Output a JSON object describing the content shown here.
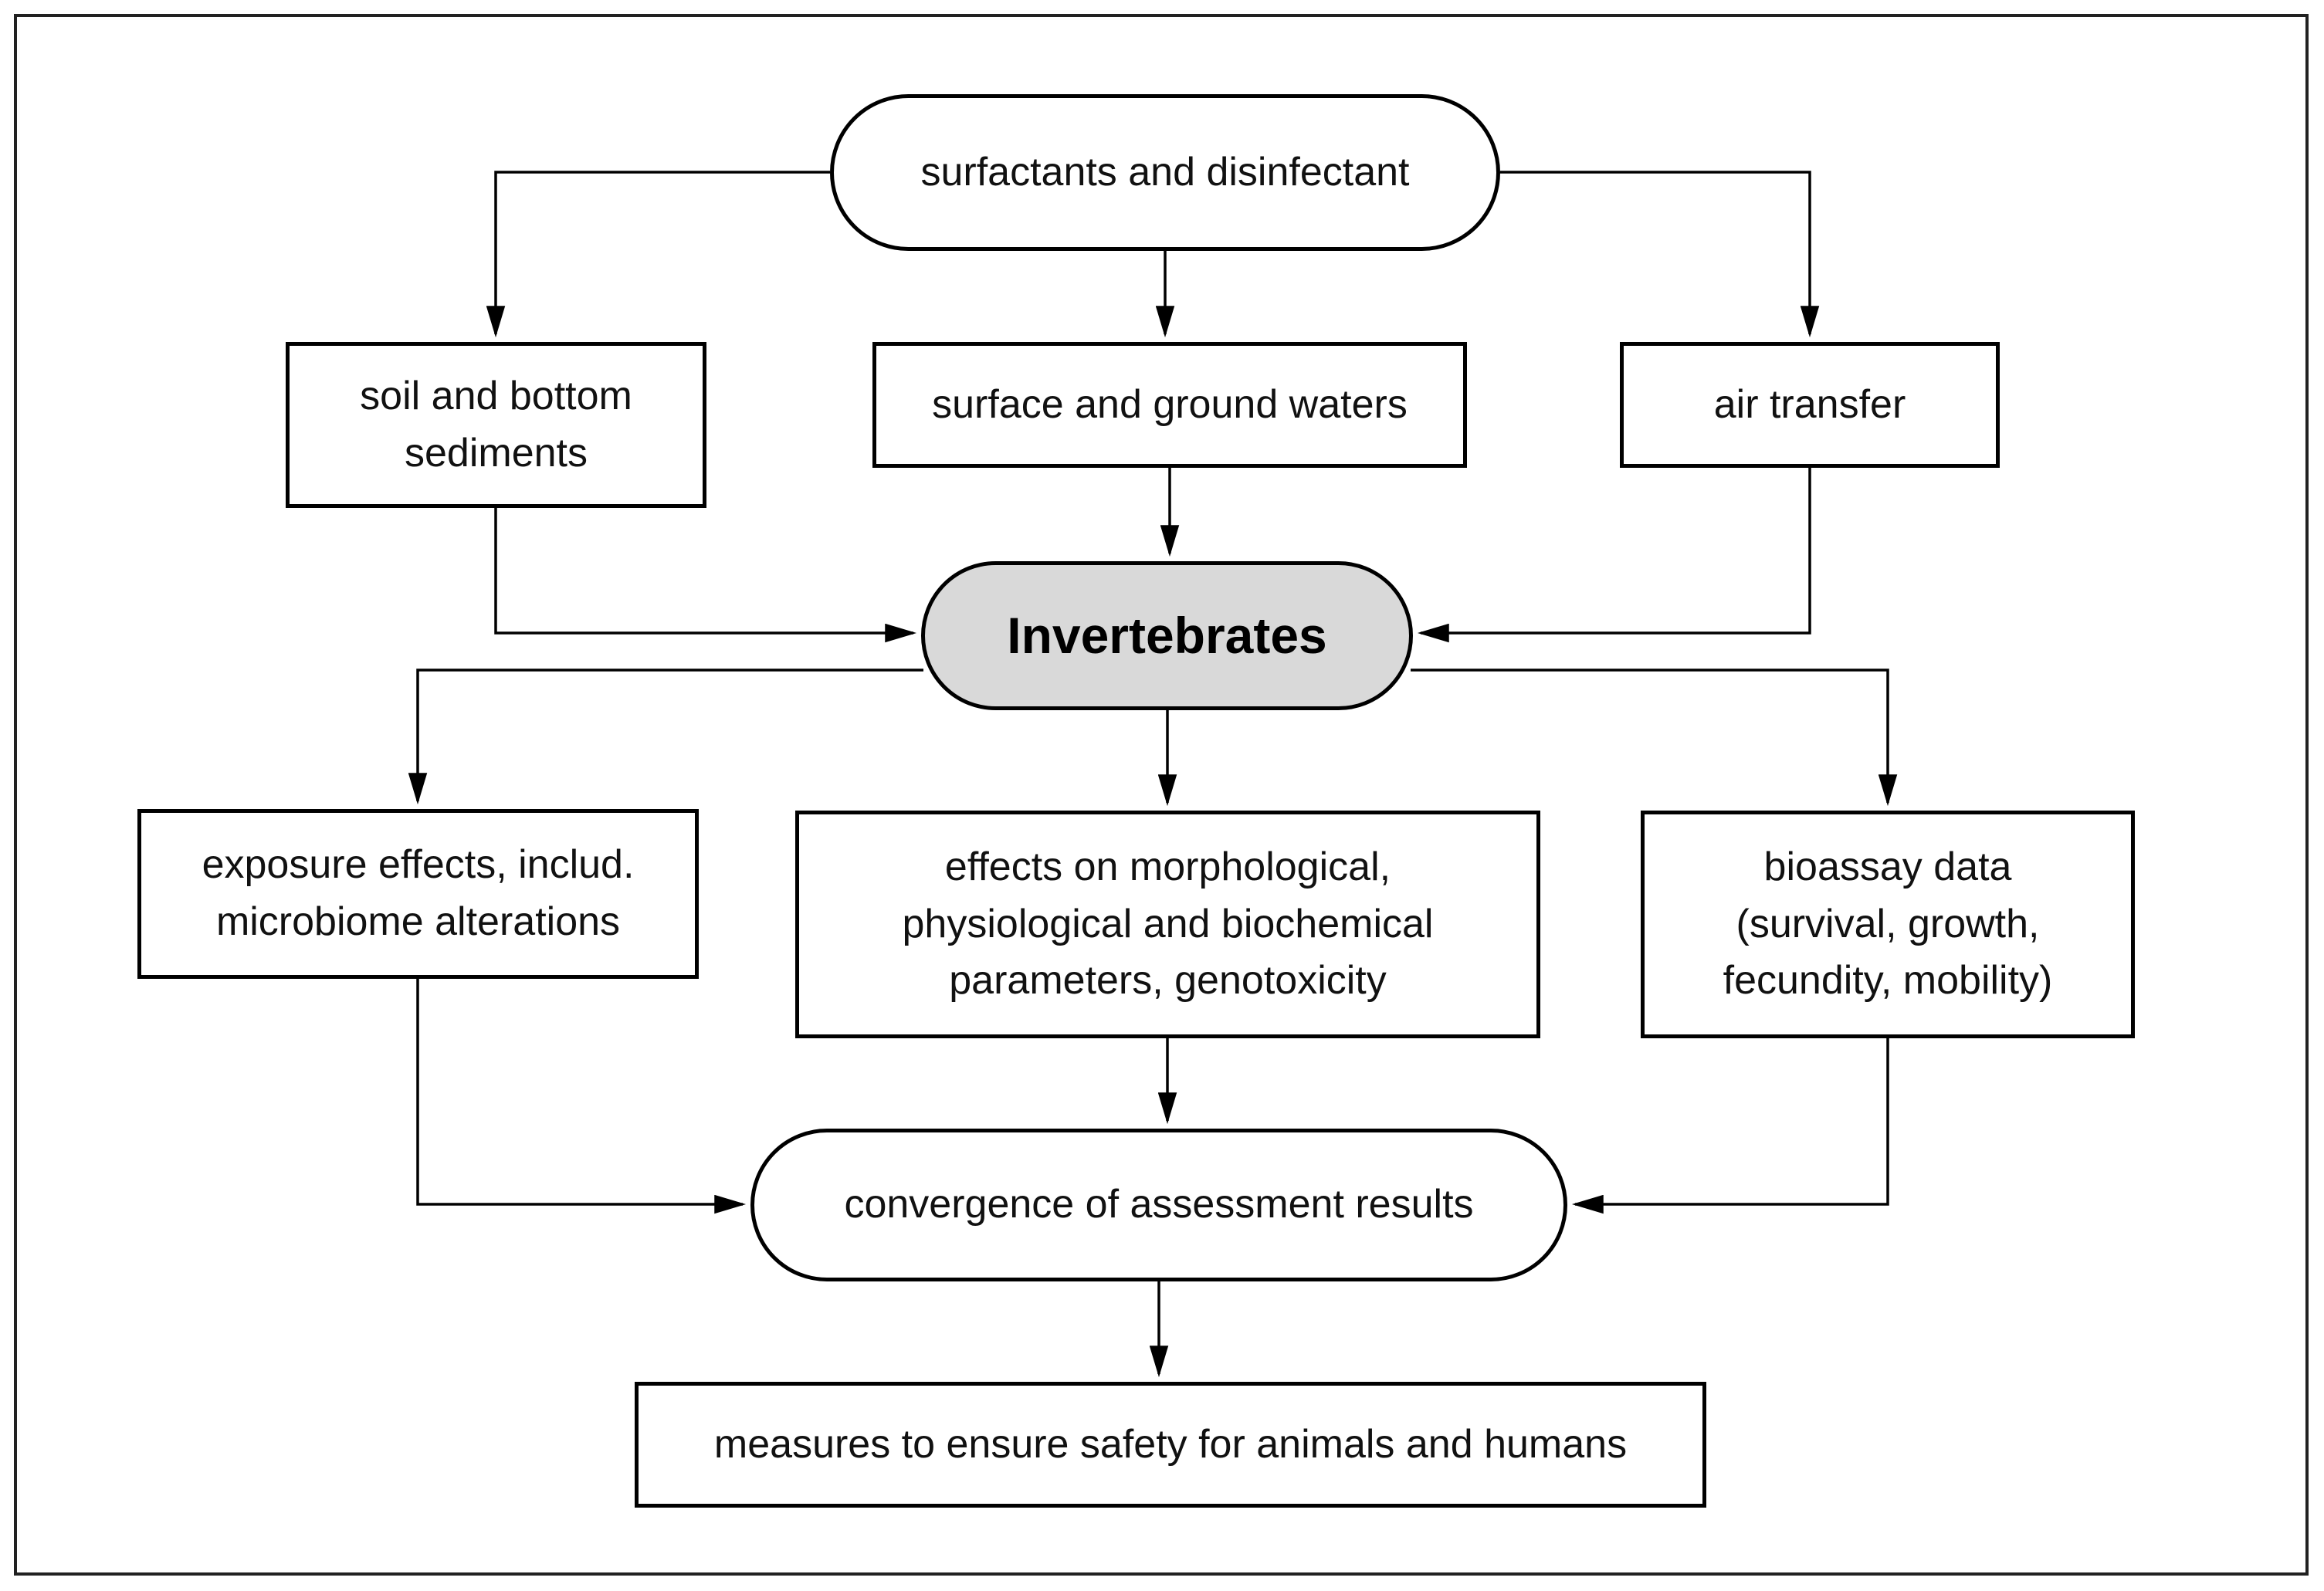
{
  "diagram": {
    "type": "flowchart",
    "colors": {
      "background": "#ffffff",
      "node_fill": "#ffffff",
      "highlight_fill": "#d9d9d9",
      "stroke": "#000000",
      "text": "#111111"
    },
    "nodes": {
      "source": {
        "label": "surfactants and disinfectant",
        "shape": "stadium"
      },
      "soil": {
        "label": "soil and bottom\nsediments",
        "shape": "rect"
      },
      "water": {
        "label": "surface and ground waters",
        "shape": "rect"
      },
      "air": {
        "label": "air transfer",
        "shape": "rect"
      },
      "invertebratesريال": null,
      "invertebrates": {
        "label": "Invertebrates",
        "shape": "stadium",
        "fill": "#d9d9d9",
        "bold": true
      },
      "exposure": {
        "label": "exposure effects, includ.\nmicrobiome alterations",
        "shape": "rect"
      },
      "effects": {
        "label": "effects on morphological,\nphysiological and biochemical\nparameters, genotoxicity",
        "shape": "rect"
      },
      "bioassay": {
        "label": "bioassay data\n(survival, growth,\nfecundity, mobility)",
        "shape": "rect"
      },
      "convergence": {
        "label": "convergence of assessment results",
        "shape": "stadium"
      },
      "measures": {
        "label": "measures to ensure safety for animals and humans",
        "shape": "rect"
      }
    },
    "edges": [
      {
        "from": "source",
        "to": "soil"
      },
      {
        "from": "source",
        "to": "water"
      },
      {
        "from": "source",
        "to": "air"
      },
      {
        "from": "soil",
        "to": "invertebrates"
      },
      {
        "from": "water",
        "to": "invertebrates"
      },
      {
        "from": "air",
        "to": "invertebrates"
      },
      {
        "from": "invertebrates",
        "to": "exposure"
      },
      {
        "from": "invertebrates",
        "to": "effects"
      },
      {
        "from": "invertebrates",
        "to": "bioassay"
      },
      {
        "from": "exposure",
        "to": "convergence"
      },
      {
        "from": "effects",
        "to": "convergence"
      },
      {
        "from": "bioassay",
        "to": "convergence"
      },
      {
        "from": "convergence",
        "to": "measures"
      }
    ]
  }
}
